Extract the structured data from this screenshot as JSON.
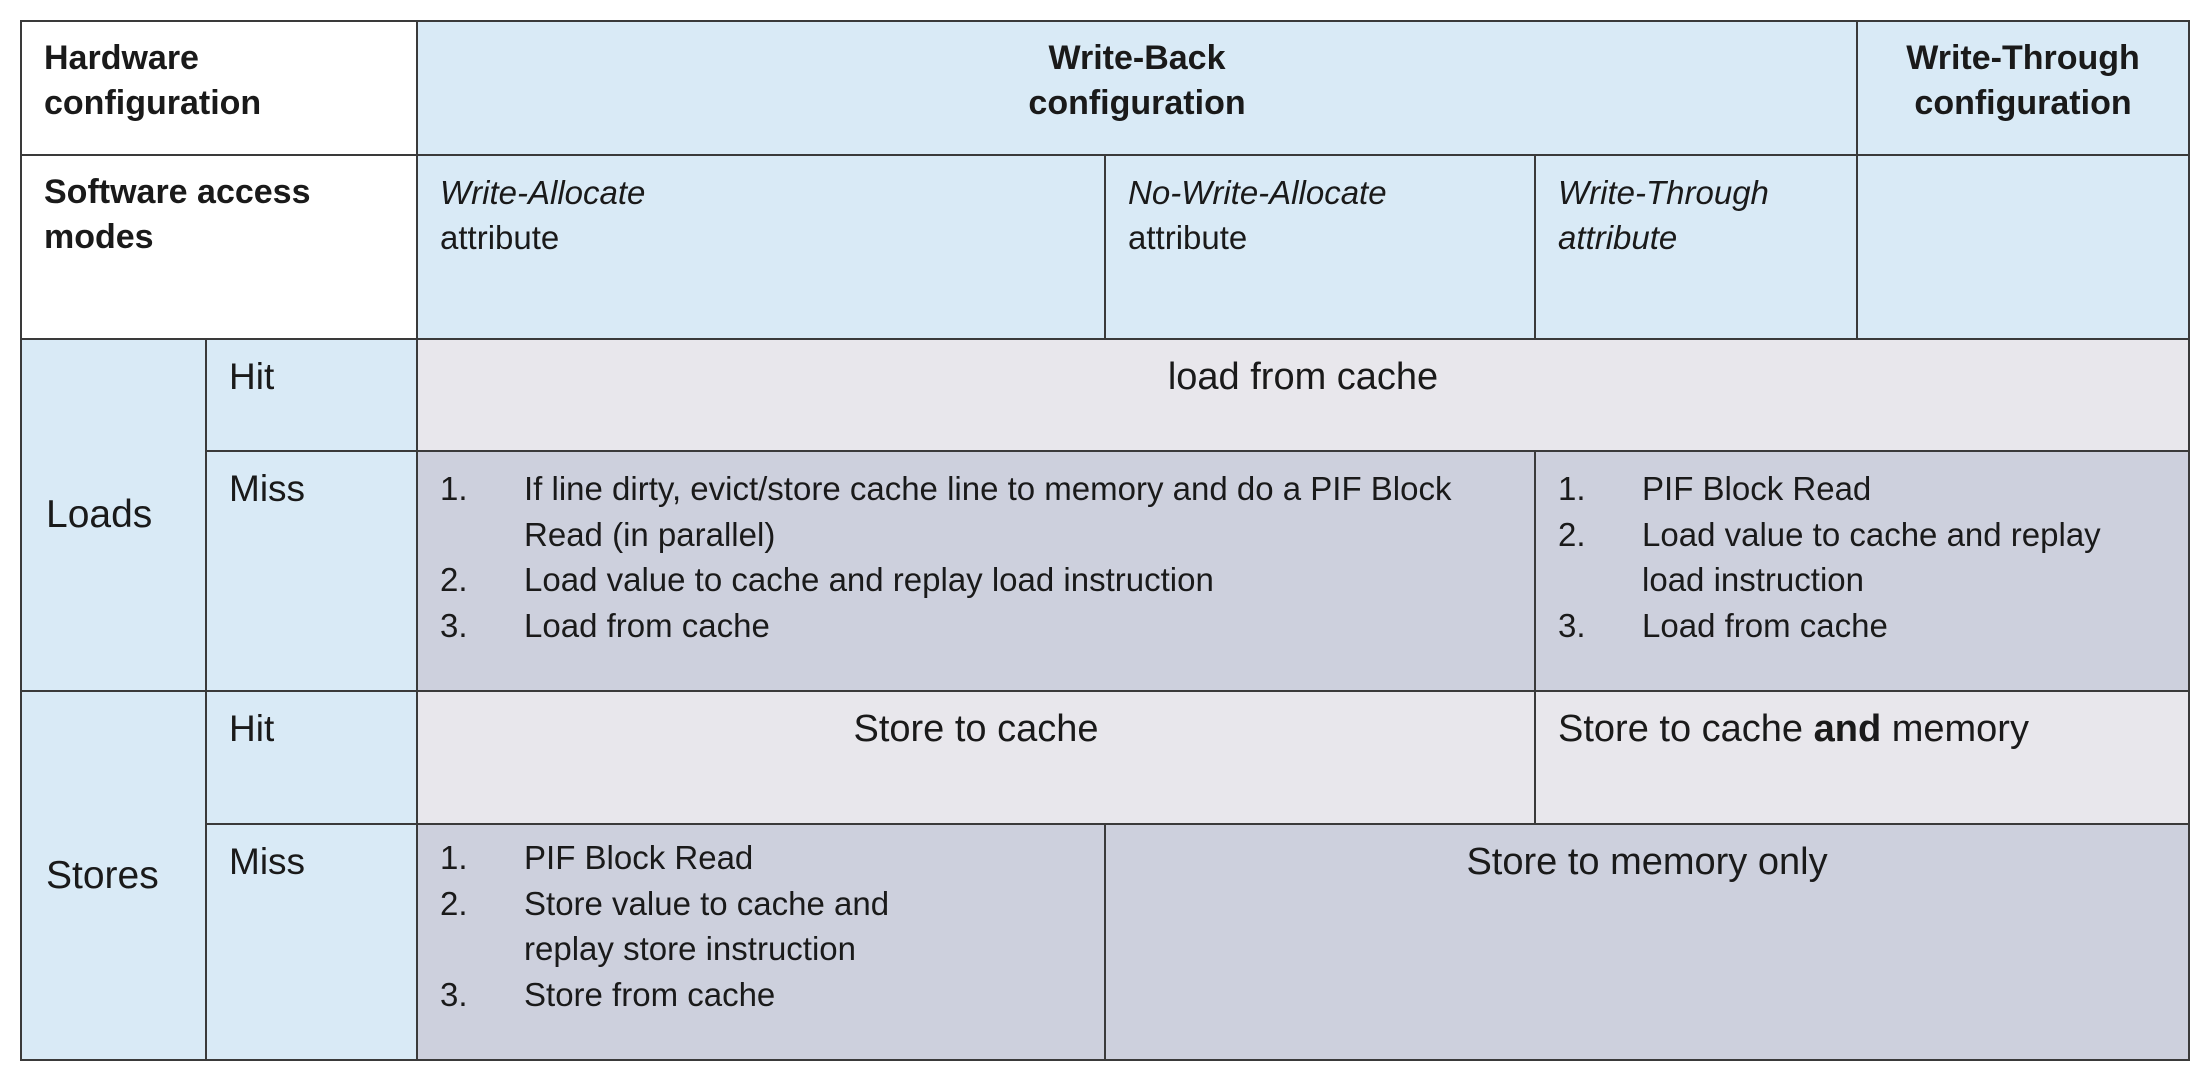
{
  "header": {
    "hardware_configuration": "Hardware configuration",
    "write_back_configuration": "Write-Back configuration",
    "write_through_configuration": "Write-Through configuration",
    "software_access_modes": "Software access modes",
    "write_allocate": {
      "name": "Write-Allocate",
      "suffix": "attribute"
    },
    "no_write_allocate": {
      "name": "No-Write-Allocate",
      "suffix": "attribute"
    },
    "write_through": {
      "name": "Write-Through",
      "suffix": "attribute"
    }
  },
  "loads": {
    "label": "Loads",
    "hit": {
      "label": "Hit",
      "text": "load from cache"
    },
    "miss": {
      "label": "Miss",
      "write_back_steps": [
        {
          "num": "1.",
          "text": "If line dirty, evict/store cache line to memory and do a PIF Block Read (in parallel)"
        },
        {
          "num": "2.",
          "text": "Load value to cache and replay load instruction"
        },
        {
          "num": "3.",
          "text": "Load from cache"
        }
      ],
      "write_through_steps": [
        {
          "num": "1.",
          "text": "PIF Block Read"
        },
        {
          "num": "2.",
          "text": "Load value to cache and replay load instruction"
        },
        {
          "num": "3.",
          "text": "Load from cache"
        }
      ]
    }
  },
  "stores": {
    "label": "Stores",
    "hit": {
      "label": "Hit",
      "write_back_text": "Store to cache",
      "write_through_text_before": "Store to cache ",
      "write_through_text_bold": "and",
      "write_through_text_after": " memory"
    },
    "miss": {
      "label": "Miss",
      "write_allocate_steps": [
        {
          "num": "1.",
          "text": "PIF Block Read"
        },
        {
          "num": "2.",
          "text": "Store value to cache and replay store instruction"
        },
        {
          "num": "3.",
          "text": "Store from cache"
        }
      ],
      "other_text": "Store to memory only"
    }
  }
}
